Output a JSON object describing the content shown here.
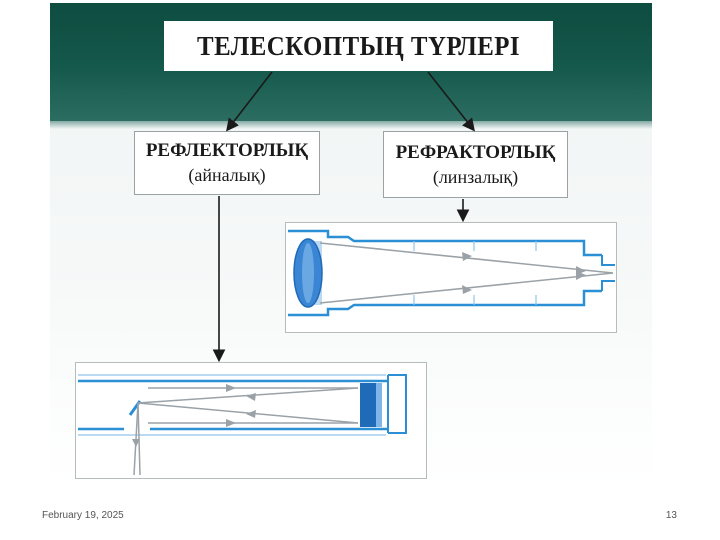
{
  "diagram": {
    "title": "ТЕЛЕСКОПТЫҢ ТҮРЛЕРІ",
    "reflector": {
      "name": "РЕФЛЕКТОРЛЫҚ",
      "kind": "(айналық)"
    },
    "refractor": {
      "name": "РЕФРАКТОРЛЫҚ",
      "kind": "(линзалық)"
    }
  },
  "colors": {
    "header_band": "#15594c",
    "tube_line": "#2b8fd6",
    "lens_fill": "#3a86d4",
    "ray_line": "#9aa2a8",
    "arrow": "#1a1a1a"
  },
  "footer": {
    "date": "February 19, 2025",
    "page_number": "13"
  }
}
